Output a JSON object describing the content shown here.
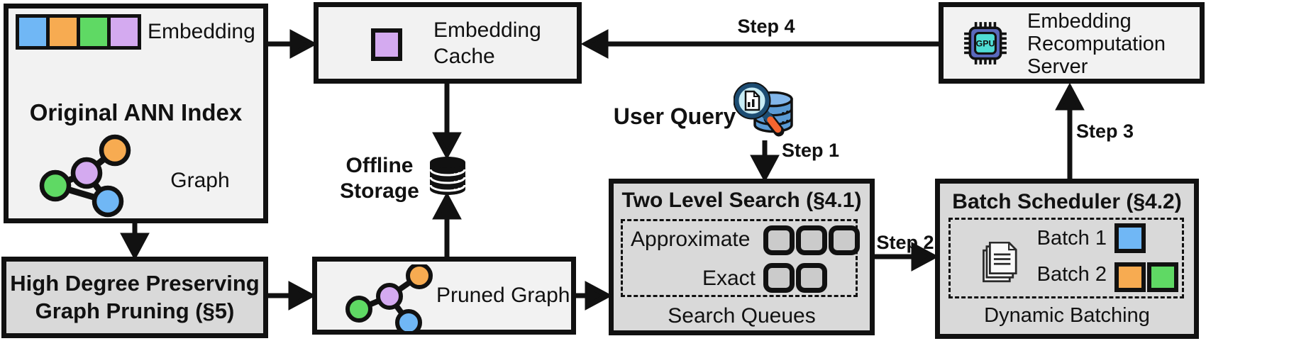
{
  "ann_index": {
    "title": "Original ANN Index",
    "embedding_label": "Embedding",
    "graph_label": "Graph"
  },
  "graph_pruning": {
    "line1": "High Degree Preserving",
    "line2": "Graph Pruning (§5)"
  },
  "embedding_cache": {
    "line1": "Embedding",
    "line2": "Cache"
  },
  "offline_storage": {
    "line1": "Offline",
    "line2": "Storage"
  },
  "pruned_graph": {
    "label": "Pruned Graph"
  },
  "user_query": {
    "label": "User Query"
  },
  "two_level_search": {
    "title": "Two Level Search (§4.1)",
    "approximate_label": "Approximate",
    "exact_label": "Exact",
    "caption": "Search Queues",
    "approximate_queue_count": 3,
    "exact_queue_count": 2
  },
  "batch_scheduler": {
    "title": "Batch Scheduler (§4.2)",
    "batch1_label": "Batch 1",
    "batch2_label": "Batch 2",
    "caption": "Dynamic Batching"
  },
  "recomputation_server": {
    "line1": "Embedding",
    "line2": "Recomputation",
    "line3": "Server",
    "gpu_label": "GPU"
  },
  "steps": {
    "step1": "Step 1",
    "step2": "Step 2",
    "step3": "Step 3",
    "step4": "Step 4"
  },
  "colors": {
    "ink": "#111111",
    "box-light": "#f2f2f2",
    "box-dark": "#d9d9d9",
    "queue-fill": "#cbcbcb",
    "node-blue": "#70b7f5",
    "node-orange": "#f7ab51",
    "node-green": "#5fd964",
    "node-purple": "#d4aaf0",
    "gpu-outer": "#5a69bd",
    "gpu-inner": "#4fdcd4",
    "db-blue": "#5b9bd5",
    "db-blue-top": "#82b6ea",
    "lens-fill": "#c8ecf4",
    "lens-rim": "#1d4d73",
    "handle-orange": "#f4652f"
  }
}
